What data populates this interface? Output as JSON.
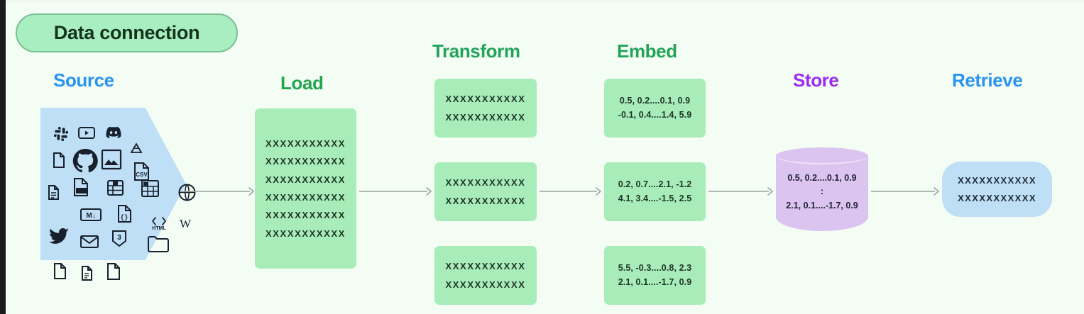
{
  "diagram": {
    "title": "Data connection",
    "background_color": "#f4fdf4",
    "accent_colors": {
      "green_fill": "#a8edb9",
      "blue_fill": "#bfdff7",
      "purple_fill": "#dcc4f0",
      "blue_text": "#2a94ee",
      "green_text": "#22a35a",
      "purple_text": "#9b2bf0",
      "arrow_gray": "#9aa3a0"
    },
    "stages": [
      {
        "id": "source",
        "label": "Source"
      },
      {
        "id": "load",
        "label": "Load"
      },
      {
        "id": "transform",
        "label": "Transform"
      },
      {
        "id": "embed",
        "label": "Embed"
      },
      {
        "id": "store",
        "label": "Store"
      },
      {
        "id": "retrieve",
        "label": "Retrieve"
      }
    ]
  },
  "source": {
    "label": "Source",
    "icons": [
      "slack-icon",
      "youtube-icon",
      "discord-icon",
      "file-blank-icon",
      "github-icon",
      "image-file-icon",
      "google-drive-icon",
      "csv-file-icon",
      "document-lines-icon",
      "pdf-file-icon",
      "database-icon",
      "spreadsheet-icon",
      "table-icon",
      "globe-icon",
      "markdown-icon",
      "json-file-icon",
      "html-icon",
      "wikipedia-icon",
      "twitter-icon",
      "email-icon",
      "css3-icon",
      "folder-icon",
      "file-icon",
      "text-file-icon",
      "page-icon"
    ]
  },
  "load": {
    "label": "Load",
    "rows": [
      "XXXXXXXXXXX",
      "XXXXXXXXXXX",
      "XXXXXXXXXXX",
      "XXXXXXXXXXX",
      "XXXXXXXXXXX",
      "XXXXXXXXXXX"
    ]
  },
  "transform": {
    "label": "Transform",
    "chunks": [
      {
        "rows": [
          "XXXXXXXXXXX",
          "XXXXXXXXXXX"
        ]
      },
      {
        "rows": [
          "XXXXXXXXXXX",
          "XXXXXXXXXXX"
        ]
      },
      {
        "rows": [
          "XXXXXXXXXXX",
          "XXXXXXXXXXX"
        ]
      }
    ]
  },
  "embed": {
    "label": "Embed",
    "vectors": [
      {
        "rows": [
          "0.5, 0.2....0.1, 0.9",
          "-0.1, 0.4....1.4, 5.9"
        ]
      },
      {
        "rows": [
          "0.2, 0.7....2.1, -1.2",
          "4.1, 3.4....-1.5, 2.5"
        ]
      },
      {
        "rows": [
          "5.5, -0.3....0.8, 2.3",
          "2.1, 0.1....-1.7, 0.9"
        ]
      }
    ]
  },
  "store": {
    "label": "Store",
    "rows": [
      "0.5, 0.2....0.1, 0.9",
      ":",
      "2.1, 0.1....-1.7, 0.9"
    ]
  },
  "retrieve": {
    "label": "Retrieve",
    "rows": [
      "XXXXXXXXXXX",
      "XXXXXXXXXXX"
    ]
  }
}
